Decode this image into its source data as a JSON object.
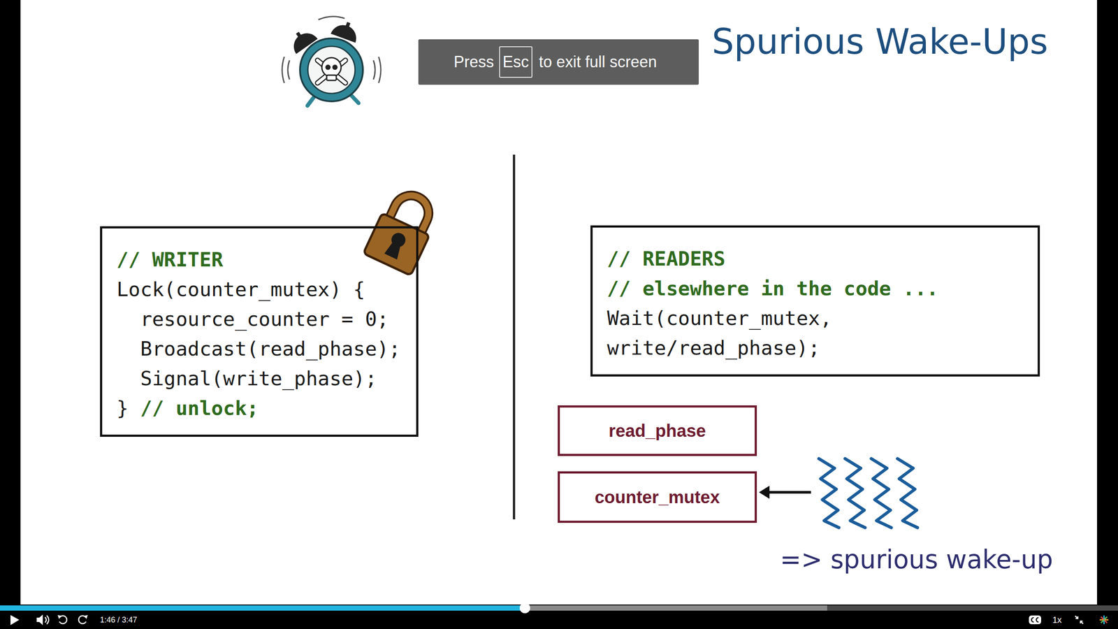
{
  "diagram": {
    "title": "Spurious Wake-Ups",
    "nodes": [
      {
        "text": [
          "// WRITER",
          "Lock(counter_mutex) {",
          "resource_counter = 0;",
          "Broadcast(read_phase);",
          "Signal(write_phase);",
          "}",
          "// unlock;"
        ]
      },
      {
        "text": [
          "// READERS",
          "// elsewhere in the code ...",
          "Wait(counter_mutex, write/read_phase);"
        ]
      },
      {
        "text": [
          "read_phase"
        ]
      },
      {
        "text": [
          "counter_mutex"
        ]
      }
    ],
    "labels": [
      "Press",
      "Esc",
      "to exit full screen",
      "=> spurious wake-up",
      "1:46 / 3:47",
      "1x"
    ]
  }
}
